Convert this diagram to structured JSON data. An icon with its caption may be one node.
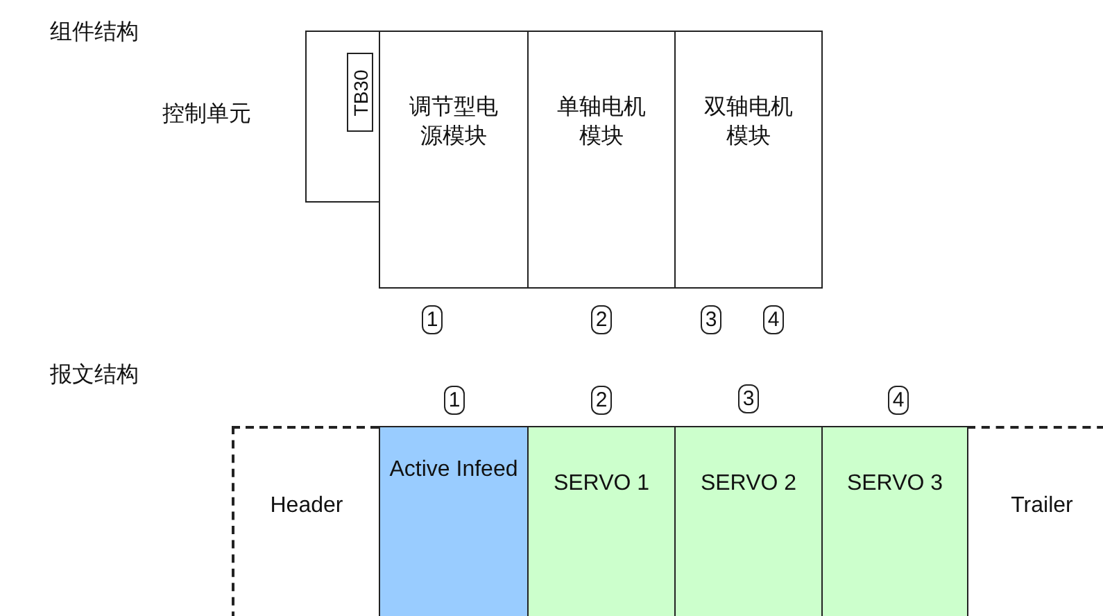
{
  "diagram": {
    "nodes": [
      {
        "text": [
          "控制单元"
        ]
      },
      {
        "text": [
          "TB30"
        ],
        "in": 0
      },
      {
        "text": [
          "调节型电源模块"
        ]
      },
      {
        "text": [
          "单轴电机模块"
        ]
      },
      {
        "text": [
          "双轴电机模块"
        ]
      },
      {
        "text": [
          "Header"
        ]
      },
      {
        "text": [
          "Active Infeed"
        ]
      },
      {
        "text": [
          "SERVO 1"
        ]
      },
      {
        "text": [
          "SERVO 2"
        ]
      },
      {
        "text": [
          "SERVO 3"
        ]
      },
      {
        "text": [
          "Trailer"
        ]
      }
    ],
    "edges": [],
    "labels": [
      "组件结构",
      "1",
      "2",
      "3",
      "4",
      "报文结构",
      "1",
      "2",
      "3",
      "4"
    ]
  }
}
